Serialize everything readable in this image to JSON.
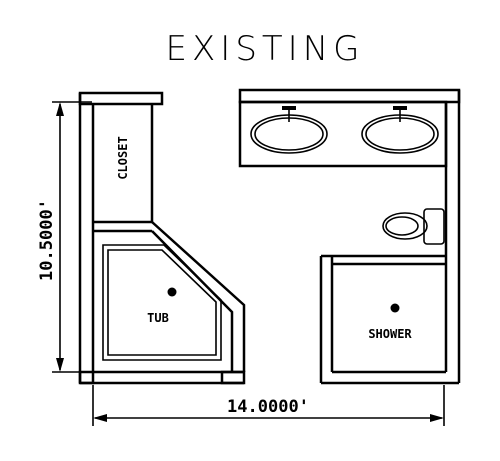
{
  "plan": {
    "title": "EXISTING",
    "dimension_vertical": "10.5000'",
    "dimension_horizontal": "14.0000'",
    "labels": {
      "closet": "CLOSET",
      "tub": "TUB",
      "shower": "SHOWER"
    }
  }
}
